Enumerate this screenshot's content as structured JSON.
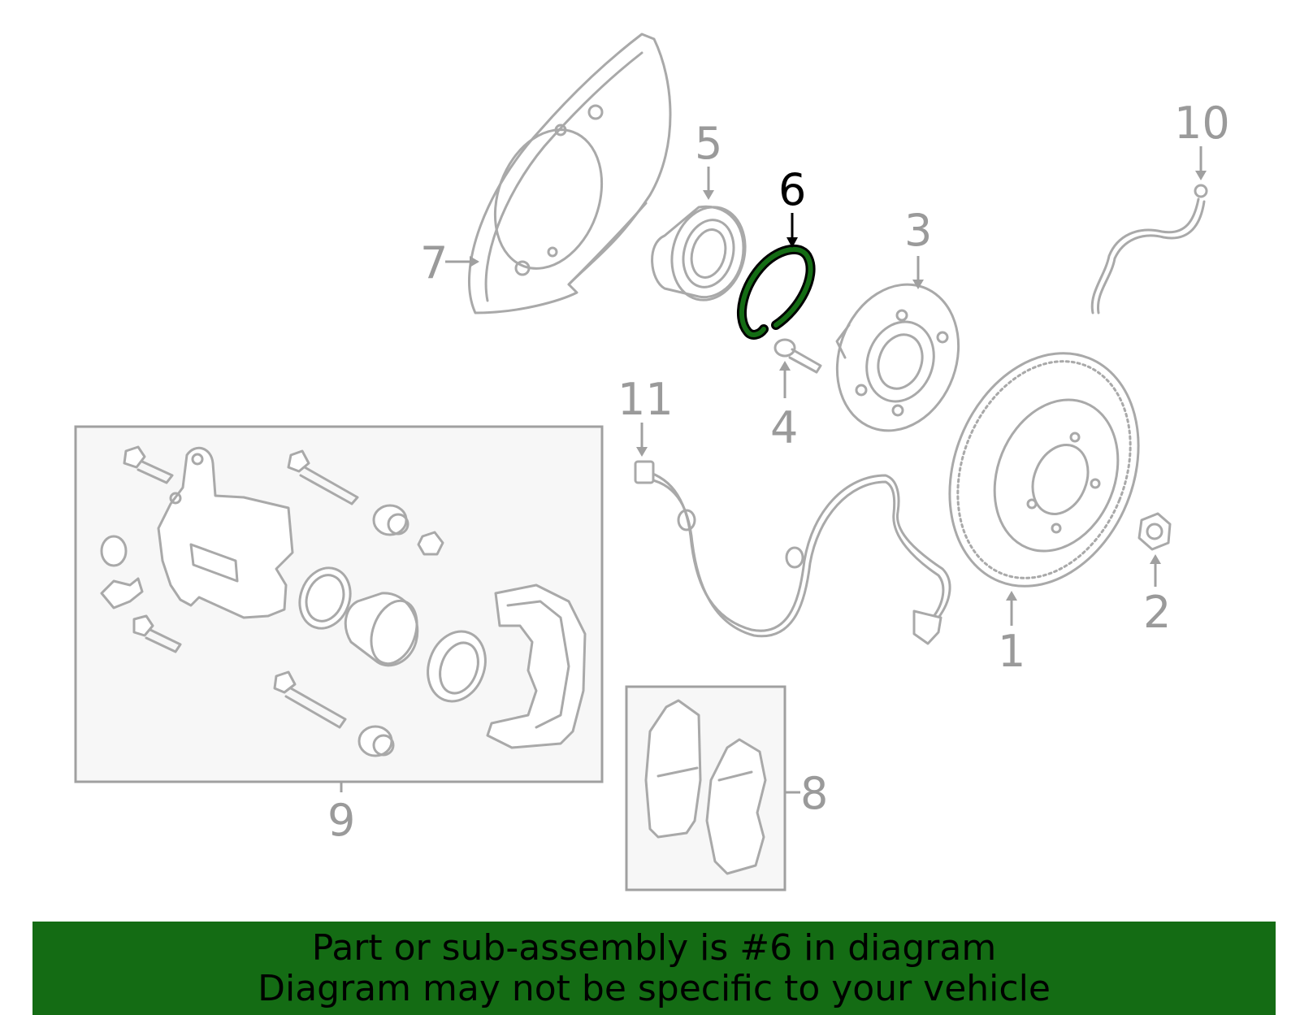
{
  "callouts": {
    "c1": "1",
    "c2": "2",
    "c3": "3",
    "c4": "4",
    "c5": "5",
    "c6": "6",
    "c7": "7",
    "c8": "8",
    "c9": "9",
    "c10": "10",
    "c11": "11"
  },
  "highlight": {
    "part": "6",
    "color": "#146c14"
  },
  "banner": {
    "line1": "Part or sub-assembly is #6 in diagram",
    "line2": "Diagram may not be specific to your vehicle",
    "background": "#146c14"
  },
  "colors": {
    "part_lines": "#a9a9a9",
    "callout_text": "#9a9a9a",
    "box_fill": "#f7f7f7"
  }
}
